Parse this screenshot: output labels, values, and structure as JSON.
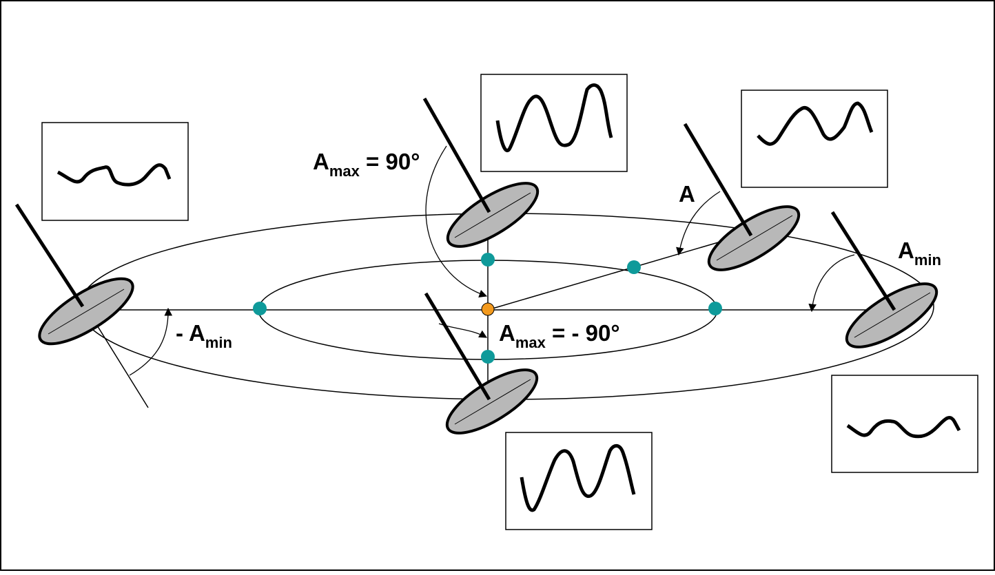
{
  "labels": {
    "a_max_top": {
      "main": "A",
      "sub": "max",
      "rest": " = 90°"
    },
    "a_max_bottom": {
      "main": "A",
      "sub": "max",
      "rest": " = - 90°"
    },
    "a": {
      "main": "A"
    },
    "a_min_right": {
      "main": "A",
      "sub": "min"
    },
    "a_min_left": {
      "prefix": "- ",
      "main": "A",
      "sub": "min"
    }
  },
  "colors": {
    "line": "#000000",
    "disc_fill": "#b8b8b8",
    "point_teal": "#0f9a9a",
    "point_center": "#f39a1e",
    "frame": "#000000"
  },
  "icons": {
    "antenna": "antenna-dish-icon",
    "waveform": "waveform-icon"
  }
}
